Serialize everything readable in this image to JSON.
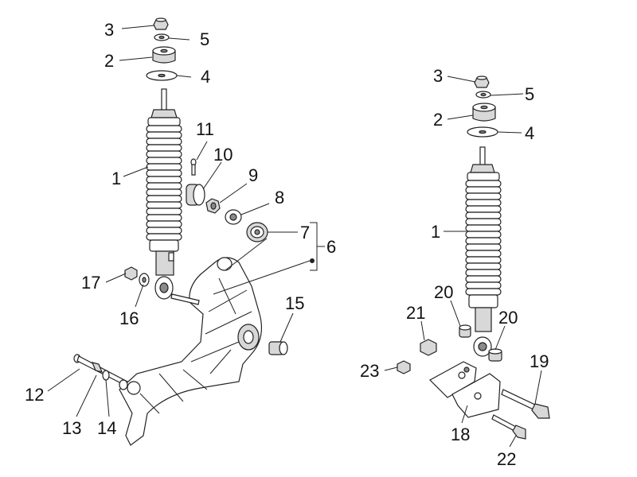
{
  "callouts": {
    "l3": "3",
    "l5": "5",
    "l2": "2",
    "l4": "4",
    "l1": "1",
    "l11": "11",
    "l10": "10",
    "l9": "9",
    "l8": "8",
    "l7": "7",
    "l6": "6",
    "l17": "17",
    "l16": "16",
    "l15": "15",
    "l12": "12",
    "l13": "13",
    "l14": "14",
    "r3": "3",
    "r5": "5",
    "r2": "2",
    "r4": "4",
    "r1": "1",
    "r20a": "20",
    "r21": "21",
    "r20b": "20",
    "r19": "19",
    "r23": "23",
    "r18": "18",
    "r22": "22"
  }
}
